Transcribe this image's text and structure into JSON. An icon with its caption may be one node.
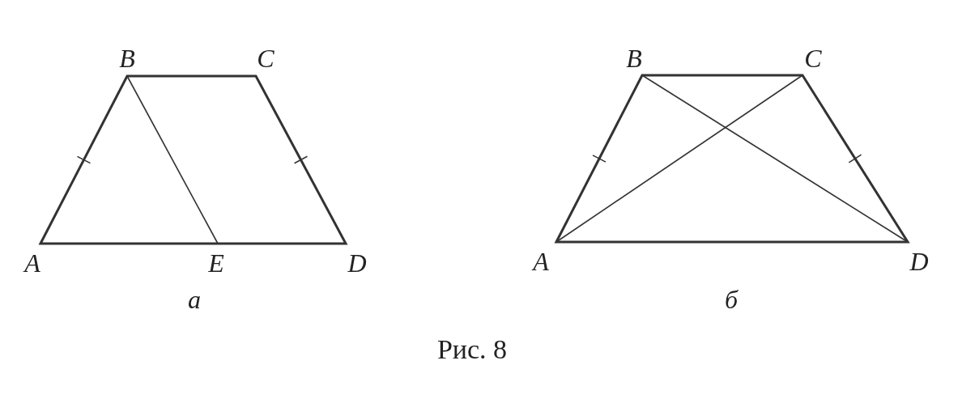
{
  "diagram": {
    "labels": [
      "B",
      "C",
      "A",
      "E",
      "D",
      "а",
      "B",
      "C",
      "A",
      "D",
      "б",
      "Рис. 8"
    ]
  }
}
